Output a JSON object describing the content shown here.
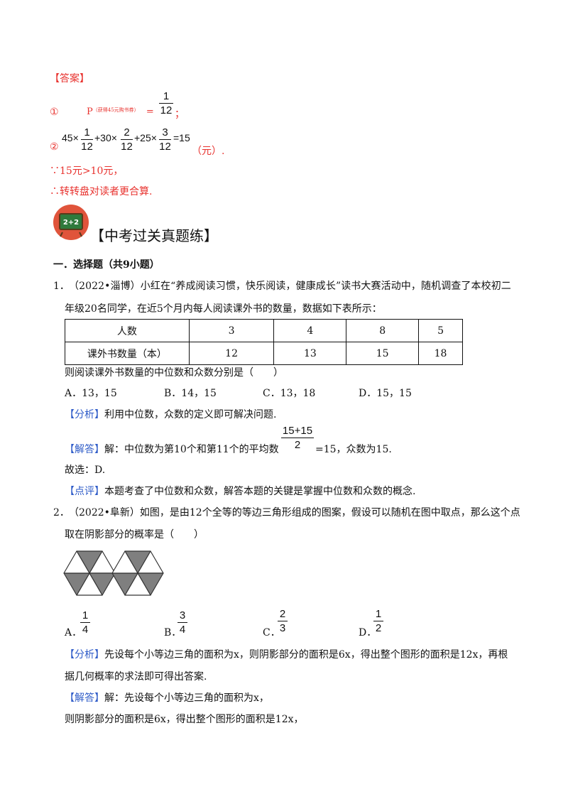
{
  "answer": {
    "heading": "【答案】",
    "line1_marker": "①",
    "line1_prefix": "P",
    "line1_sub": "（获得45元购书券）",
    "line1_eq": "=",
    "line1_frac_num": "1",
    "line1_frac_den": "12",
    "line1_end": "；",
    "line2_marker": "②",
    "expr": {
      "a": "45×",
      "f1n": "1",
      "f1d": "12",
      "b": "+30×",
      "f2n": "2",
      "f2d": "12",
      "c": "+25×",
      "f3n": "3",
      "f3d": "12",
      "d": "=15"
    },
    "line2_end": "（元）.",
    "line3": "∵15元>10元，",
    "line4": "∴转转盘对读者更合算."
  },
  "section": {
    "icon_label": "2+2",
    "title": "【中考过关真题练】"
  },
  "part": {
    "heading": "一．选择题（共9小题）"
  },
  "q1": {
    "number": "1．",
    "text_line1": "（2022•淄博）小红在“养成阅读习惯，快乐阅读，健康成长”读书大赛活动中，随机调查了本校初二",
    "text_line2": "年级20名同学，在近5个月内每人阅读课外书的数量，数据如下表所示：",
    "table": {
      "row1": [
        "人数",
        "3",
        "4",
        "8",
        "5"
      ],
      "row2": [
        "课外书数量（本）",
        "12",
        "13",
        "15",
        "18"
      ]
    },
    "stem": "则阅读课外书数量的中位数和众数分别是（　　）",
    "options": [
      "A．13，15",
      "B．14，15",
      "C．13，18",
      "D．15，15"
    ],
    "analysis_tag": "【分析】",
    "analysis": "利用中位数，众数的定义即可解决问题.",
    "solution_tag": "【解答】",
    "solution_pre": "解：中位数为第10个和第11个的平均数",
    "solution_frac_num": "15+15",
    "solution_frac_den": "2",
    "solution_post": "=15，众数为15.",
    "choice": "故选：D.",
    "comment_tag": "【点评】",
    "comment": "本题考查了中位数和众数，解答本题的关键是掌握中位数和众数的概念."
  },
  "q2": {
    "number": "2．",
    "text_line1": "（2022•阜新）如图，是由12个全等的等边三角形组成的图案，假设可以随机在图中取点，那么这个点",
    "text_line2": "取在阴影部分的概率是（　　）",
    "options": [
      {
        "letter": "A．",
        "num": "1",
        "den": "4"
      },
      {
        "letter": "B．",
        "num": "3",
        "den": "4"
      },
      {
        "letter": "C．",
        "num": "2",
        "den": "3"
      },
      {
        "letter": "D．",
        "num": "1",
        "den": "2"
      }
    ],
    "analysis_tag": "【分析】",
    "analysis_line1": "先设每个小等边三角的面积为x，则阴影部分的面积是6x，得出整个图形的面积是12x，再根",
    "analysis_line2": "据几何概率的求法即可得出答案.",
    "solution_tag": "【解答】",
    "solution_line1": "解：先设每个小等边三角的面积为x，",
    "solution_line2": "则阴影部分的面积是6x，得出整个图形的面积是12x，"
  },
  "colors": {
    "answer_red": "#e8322e",
    "tag_blue": "#2f5cc8",
    "icon_bg": "#e0543b",
    "board_green": "#2f7a3c"
  }
}
